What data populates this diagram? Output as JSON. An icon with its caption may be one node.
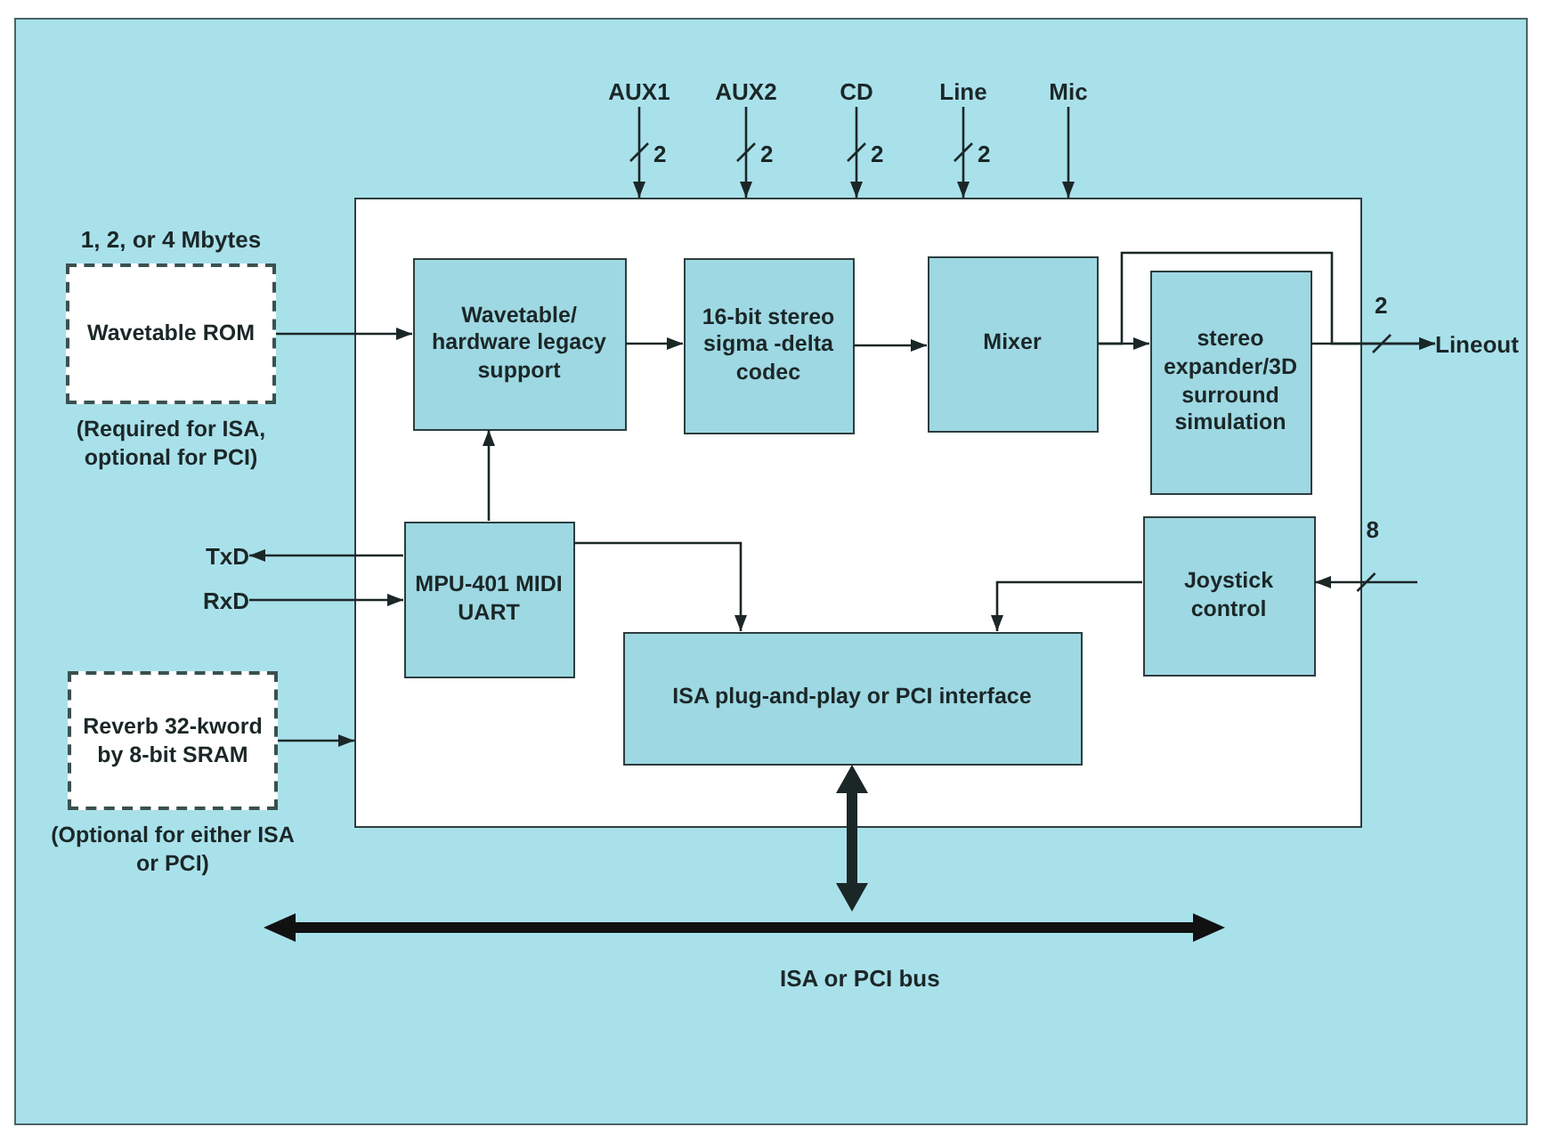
{
  "diagram": {
    "nodes": [
      {
        "text": [],
        "shape": "box"
      },
      {
        "text": [
          "1, 2, or 4 Mbytes",
          "Wavetable ROM"
        ],
        "beside": [
          "(Required for ISA, optional for PCI)"
        ]
      },
      {
        "text": [
          "Wavetable/ hardware legacy support"
        ],
        "in": 0
      },
      {
        "text": [
          "16-bit stereo sigma -delta codec"
        ],
        "in": 0
      },
      {
        "text": [
          "Mixer"
        ],
        "in": 0
      },
      {
        "text": [
          "stereo expander/3D surround simulation"
        ],
        "in": 0
      },
      {
        "text": [
          "MPU-401 MIDI UART"
        ],
        "in": 0
      },
      {
        "text": [
          "Joystick control"
        ],
        "in": 0
      },
      {
        "text": [
          "ISA plug-and-play or PCI interface"
        ],
        "in": 0
      },
      {
        "text": [
          "Reverb 32-kword by 8-bit SRAM"
        ],
        "beside": [
          "(Optional for either ISA or PCI)"
        ]
      },
      {
        "text": [
          "AUX1"
        ]
      },
      {
        "text": [
          "AUX2"
        ]
      },
      {
        "text": [
          "CD"
        ]
      },
      {
        "text": [
          "Line"
        ]
      },
      {
        "text": [
          "Mic"
        ]
      },
      {
        "text": [
          "Lineout"
        ]
      },
      {
        "text": [
          "TxD"
        ]
      },
      {
        "text": [
          "RxD"
        ]
      },
      {
        "text": [
          "ISA or PCI bus"
        ]
      }
    ],
    "edges": [
      {
        "from": 10,
        "to": 0,
        "arrow": "to",
        "label": "2"
      },
      {
        "from": 11,
        "to": 0,
        "arrow": "to",
        "label": "2"
      },
      {
        "from": 12,
        "to": 0,
        "arrow": "to",
        "label": "2"
      },
      {
        "from": 13,
        "to": 0,
        "arrow": "to",
        "label": "2"
      },
      {
        "from": 14,
        "to": 0,
        "arrow": "to"
      },
      {
        "from": 1,
        "to": 2,
        "arrow": "to"
      },
      {
        "from": 2,
        "to": 3,
        "arrow": "to"
      },
      {
        "from": 3,
        "to": 4,
        "arrow": "to"
      },
      {
        "from": 4,
        "to": 5,
        "arrow": "to"
      },
      {
        "from": 4,
        "to": 15,
        "arrow": "to"
      },
      {
        "from": 5,
        "to": 15,
        "arrow": "to",
        "label": "2"
      },
      {
        "from": 6,
        "to": 2,
        "arrow": "to"
      },
      {
        "from": 6,
        "to": 16,
        "arrow": "to"
      },
      {
        "from": 17,
        "to": 6,
        "arrow": "to"
      },
      {
        "from": 6,
        "to": 8,
        "arrow": "to"
      },
      {
        "from": 7,
        "to": 8,
        "arrow": "to"
      },
      {
        "from": null,
        "to": 7,
        "arrow": "to",
        "label": "8"
      },
      {
        "from": 9,
        "to": 0,
        "arrow": "to"
      },
      {
        "from": 8,
        "to": 18,
        "arrow": "both",
        "style": "thick"
      }
    ]
  }
}
